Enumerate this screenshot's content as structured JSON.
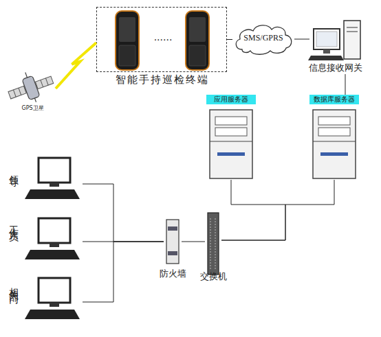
{
  "diagram": {
    "nodes": [
      {
        "text": [
          "GPS卫星"
        ]
      },
      {
        "text": [
          "智能手持巡检终端"
        ]
      },
      {
        "text": [
          "SMS/GPRS"
        ]
      },
      {
        "text": [
          "信息接收网关"
        ]
      },
      {
        "text": [
          "应用服务器"
        ]
      },
      {
        "text": [
          "数据库服务器"
        ]
      },
      {
        "text": [
          "领导"
        ]
      },
      {
        "text": [
          "工作人员"
        ]
      },
      {
        "text": [
          "相关部门"
        ]
      },
      {
        "text": [
          "防火墙"
        ]
      },
      {
        "text": [
          "交换机"
        ]
      }
    ],
    "edges": [
      {
        "from": 0,
        "to": 1,
        "arrow": "none"
      },
      {
        "from": 1,
        "to": 2,
        "arrow": "none"
      },
      {
        "from": 2,
        "to": 3,
        "arrow": "none"
      },
      {
        "from": 3,
        "to": 5,
        "arrow": "none"
      },
      {
        "from": 4,
        "to": 10,
        "arrow": "none"
      },
      {
        "from": 5,
        "to": 10,
        "arrow": "none"
      },
      {
        "from": 10,
        "to": 9,
        "arrow": "none"
      },
      {
        "from": 9,
        "to": 6,
        "arrow": "none"
      },
      {
        "from": 9,
        "to": 7,
        "arrow": "none"
      },
      {
        "from": 9,
        "to": 8,
        "arrow": "none"
      }
    ],
    "labels": [
      "......"
    ]
  }
}
